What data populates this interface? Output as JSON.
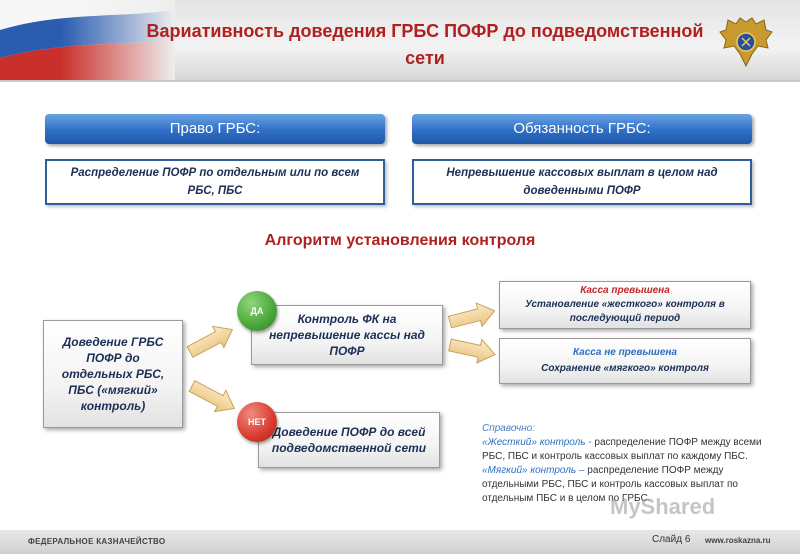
{
  "title": "Вариативность доведения  ГРБС  ПОФР до подведомственной сети",
  "right": {
    "header": "Право ГРБС:",
    "text": "Распределение ПОФР по отдельным или по всем РБС, ПБС"
  },
  "duty": {
    "header": "Обязанность ГРБС:",
    "text": "Непревышение кассовых выплат в целом над доведенными ПОФР"
  },
  "algorithm_title": "Алгоритм установления контроля",
  "flow": {
    "start": "Доведение ГРБС ПОФР до отдельных РБС, ПБС («мягкий» контроль)",
    "yes_label": "ДА",
    "no_label": "НЕТ",
    "control": "Контроль ФК на непревышение кассы над ПОФР",
    "all_network": "Доведение ПОФР до всей подведомственной сети",
    "exceeded_title": "Касса превышена",
    "exceeded_text": "Установление «жесткого» контроля в последующий период",
    "not_exceeded_title": "Касса не превышена",
    "not_exceeded_text": "Сохранение «мягкого» контроля"
  },
  "reference": {
    "heading": "Справочно:",
    "hard_term": "«Жесткий» контроль -",
    "hard_text": " распределение ПОФР между всеми РБС, ПБС и контроль кассовых выплат по каждому ПБС.",
    "soft_term": "«Мягкий» контроль –",
    "soft_text": " распределение ПОФР между отдельными РБС, ПБС и контроль кассовых выплат по отдельным ПБС и в целом по ГРБС."
  },
  "footer": {
    "org": "ФЕДЕРАЛЬНОЕ КАЗНАЧЕЙСТВО",
    "slide": "Слайд 6",
    "url": "www.roskazna.ru"
  },
  "watermark": "MyShared",
  "colors": {
    "title_red": "#b02020",
    "bar_blue": "#2f6fc6",
    "text_navy": "#1c2f55",
    "arrow_fill": "#f6ddb0",
    "yes_green": "#4aa63a",
    "no_red": "#d93a2e",
    "exceeded_red": "#c0282a",
    "not_exceeded_blue": "#2e6fbf"
  }
}
